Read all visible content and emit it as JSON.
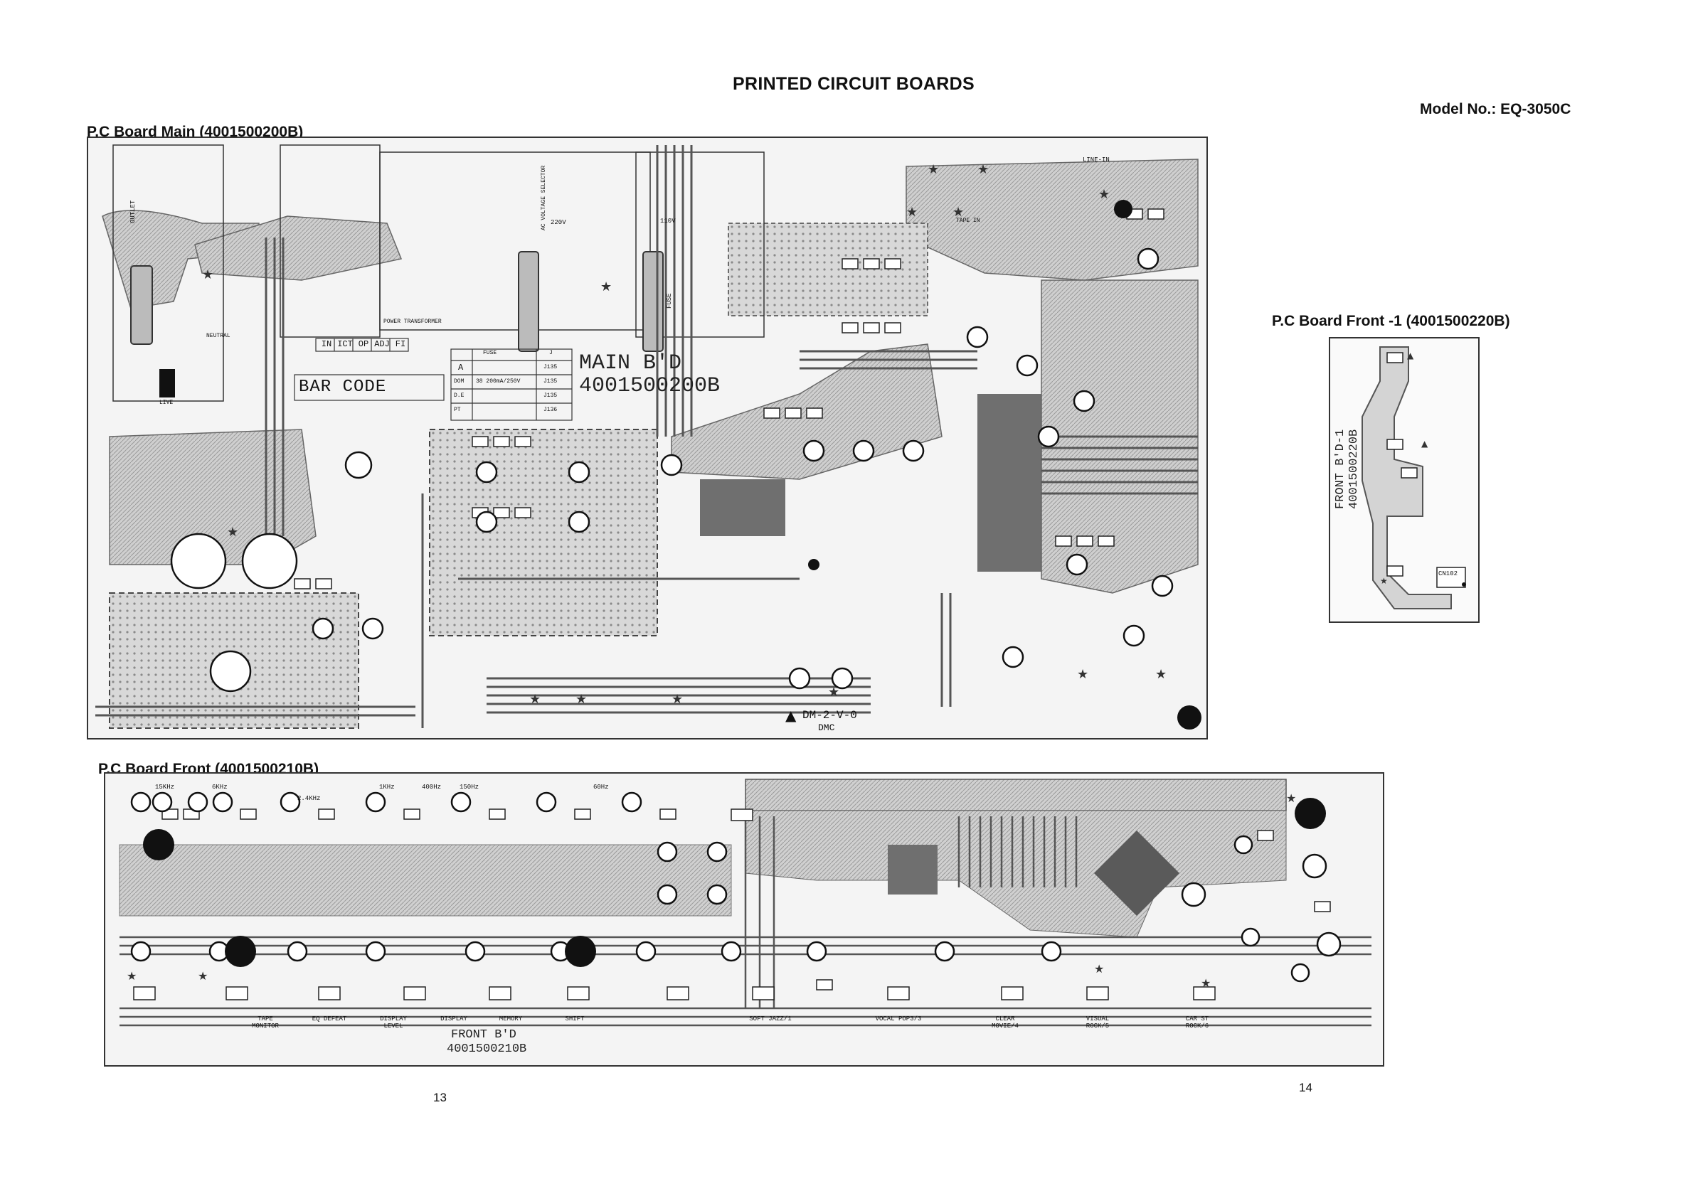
{
  "page": {
    "title": "PRINTED CIRCUIT BOARDS",
    "model": "Model No.: EQ-3050C",
    "page_numbers": [
      "13",
      "14"
    ]
  },
  "boards": {
    "main": {
      "heading": "P.C Board Main (4001500200B)",
      "bd_label_1": "MAIN B'D",
      "bd_label_2": "4001500200B",
      "bar_code": "BAR CODE",
      "check_boxes": [
        "IN",
        "ICT",
        "OP",
        "ADJ",
        "FI"
      ],
      "fuse_table": {
        "headers": [
          "",
          "FUSE",
          "J"
        ],
        "rows": [
          [
            "A",
            "",
            "J135"
          ],
          [
            "DOM",
            "38 200mA/250V",
            "J135"
          ],
          [
            "D.E",
            "",
            "J135"
          ],
          [
            "PT",
            "",
            "J136"
          ]
        ]
      },
      "labels": {
        "outlet": "OUTLET",
        "power_transformer": "POWER TRANSFORMER",
        "ac_voltage_selector": "AC VOLTAGE SELECTOR",
        "neutral": "NEUTRAL",
        "live": "LIVE",
        "line_in": "LINE-IN",
        "tape_in": "TAPE IN",
        "v220": "220V",
        "v110": "110V",
        "fuse": "FUSE",
        "cert": "DM-2-V-0",
        "dmc": "DMC"
      }
    },
    "front": {
      "heading": "P.C Board Front (4001500210B)",
      "bd_label_1": "FRONT B'D",
      "bd_label_2": "4001500210B",
      "freq_labels": [
        "15KHz",
        "6KHz",
        "2.4KHz",
        "1KHz",
        "400Hz",
        "150Hz",
        "60Hz"
      ],
      "button_labels": [
        "TAPE MONITOR",
        "EQ DEFEAT",
        "DISPLAY LEVEL",
        "DISPLAY",
        "MEMORY",
        "SHIFT",
        "SOFT JAZZ/1",
        "VOCAL POP3/3",
        "CLEAR MOVIE/4",
        "VISUAL ROCK/5",
        "CAR ST ROCK/6"
      ]
    },
    "front1": {
      "heading": "P.C Board Front -1 (4001500220B)",
      "bd_label_1": "FRONT B'D-1",
      "bd_label_2": "4001500220B",
      "connector": "CN102"
    }
  }
}
